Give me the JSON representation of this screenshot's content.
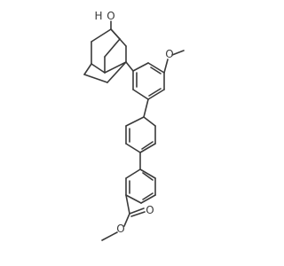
{
  "molecule": {
    "atoms": {
      "hydroxyl_o": "O",
      "hydroxyl_h": "H",
      "methoxy_o": "O",
      "ester_carbonyl_o": "O",
      "ester_ether_o": "O"
    }
  }
}
